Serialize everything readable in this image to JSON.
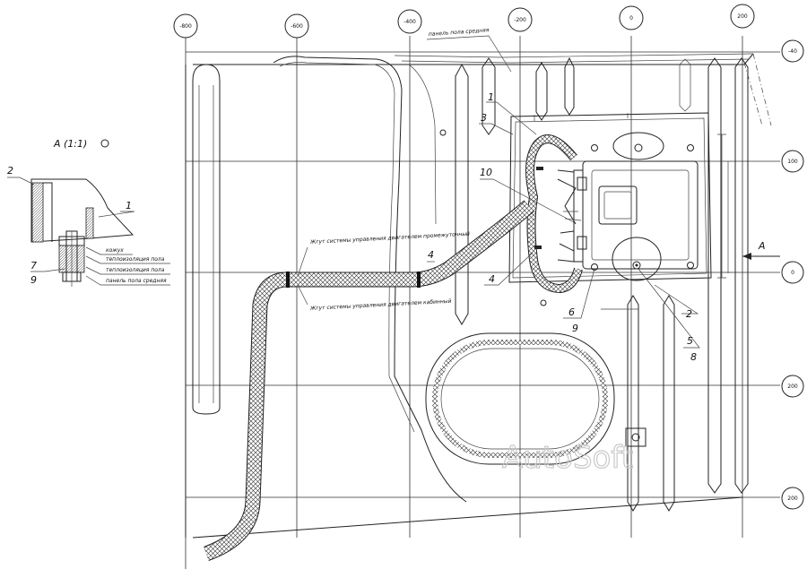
{
  "grid": {
    "top_bubbles": [
      "-800",
      "-600",
      "-400",
      "-200",
      "0",
      "200"
    ],
    "right_bubbles": [
      "-40",
      "100",
      "0",
      "200",
      "200"
    ]
  },
  "notes": {
    "panel": "панель пола средняя",
    "harness_upper": "Жгут системы управления двигателем промежуточный",
    "harness_lower": "Жгут системы управления двигателем кабинный"
  },
  "detail": {
    "title": "А (1:1)",
    "callouts": [
      "кожух",
      "теплоизоляция пола",
      "теплоизоляция пола",
      "панель пола средняя"
    ]
  },
  "view_arrow": "А",
  "positions": [
    "1",
    "2",
    "3",
    "4",
    "4",
    "5",
    "6",
    "7",
    "8",
    "9",
    "9",
    "10",
    "1",
    "2"
  ],
  "watermark": "AutoSoft"
}
